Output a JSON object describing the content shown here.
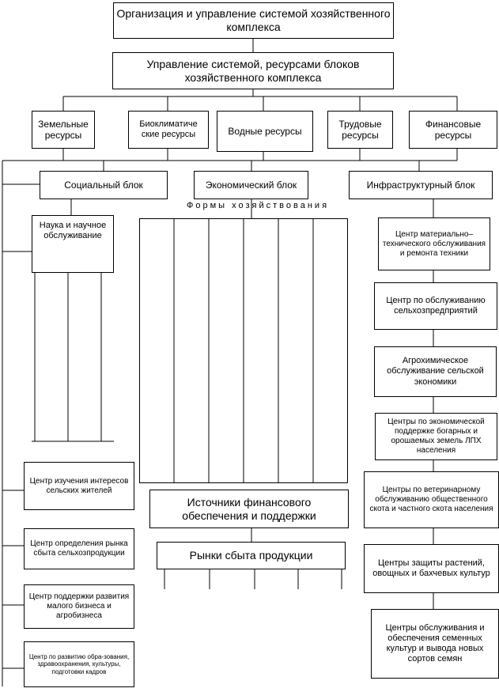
{
  "title": "Организация и управление системой хозяйственного комплекса",
  "management": "Управление системой, ресурсами блоков хозяйственного комплекса",
  "resources": [
    "Земельные ресурсы",
    "Биоклиматиче ские ресурсы",
    "Водные ресурсы",
    "Трудовые ресурсы",
    "Финансовые ресурсы"
  ],
  "blocks": {
    "social": "Социальный блок",
    "economic": "Экономический блок",
    "infrastructure": "Инфраструктурный блок"
  },
  "forms_label": "Формы хозяйствования",
  "science": "Наука и научное обслуживание",
  "finance_sources": "Источники финансового обеспечения и поддержки",
  "markets": "Рынки сбыта продукции",
  "social_centers": [
    "Центр изучения интересов сельских жителей",
    "Центр определения рынка сбыта сельхозпродукции",
    "Центр поддержки развития малого бизнеса и агробизнеса",
    "Центр по развитию обра-зования, здравоохранения, культуры, подготовки кадров"
  ],
  "infra_centers": [
    "Центр материально–технического обслуживания и ремонта техники",
    "Центр по обслуживанию сельхозпредприятий",
    "Агрохимическое обслуживание сельской экономики",
    "Центры по экономической поддержке богарных и орошаемых земель ЛПХ населения",
    "Центры по ветеринарному обслуживанию общественного скота и частного скота населения",
    "Центры защиты растений, овощных и бахчевых культур",
    "Центры обслуживания и обеспечения семенных культур и вывода новых сортов семян"
  ]
}
